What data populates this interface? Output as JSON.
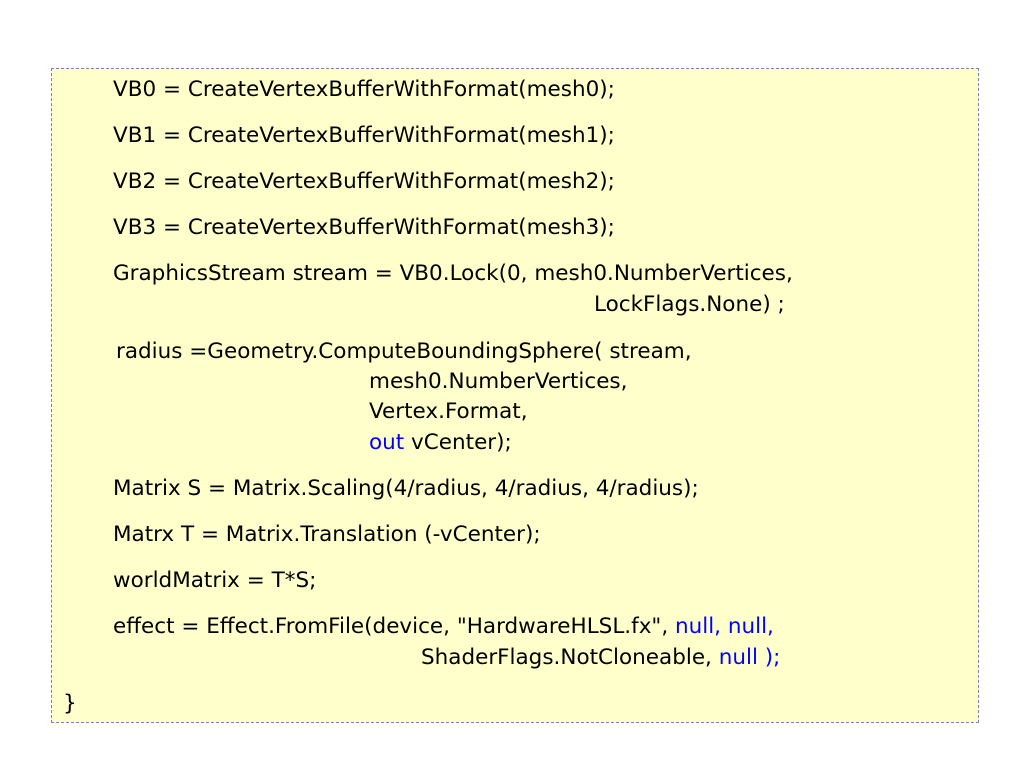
{
  "code": {
    "vb0": "VB0 = CreateVertexBufferWithFormat(mesh0);",
    "vb1": "VB1 = CreateVertexBufferWithFormat(mesh1);",
    "vb2": "VB2 = CreateVertexBufferWithFormat(mesh2);",
    "vb3": "VB3 = CreateVertexBufferWithFormat(mesh3);",
    "stream_line1": "GraphicsStream stream = VB0.Lock(0, mesh0.NumberVertices,",
    "stream_line2": "LockFlags.None) ;",
    "radius_line1": "radius =Geometry.ComputeBoundingSphere( stream,",
    "radius_line2": "mesh0.NumberVertices,",
    "radius_line3": "Vertex.Format,",
    "radius_line4_kw": "out",
    "radius_line4_rest": " vCenter);",
    "matrix_s": "Matrix S = Matrix.Scaling(4/radius, 4/radius, 4/radius);",
    "matrix_t": "Matrx T = Matrix.Translation (-vCenter);",
    "world": "worldMatrix = T*S;",
    "effect_line1_a": "effect = Effect.FromFile(device, \"HardwareHLSL.fx\", ",
    "effect_line1_kw": "null, null,",
    "effect_line2_a": "ShaderFlags.NotCloneable, ",
    "effect_line2_kw": "null );",
    "closing_brace": "}"
  },
  "colors": {
    "background": "#ffffcc",
    "border": "#7f7fc0",
    "keyword": "#0000ff",
    "text": "#000000"
  }
}
